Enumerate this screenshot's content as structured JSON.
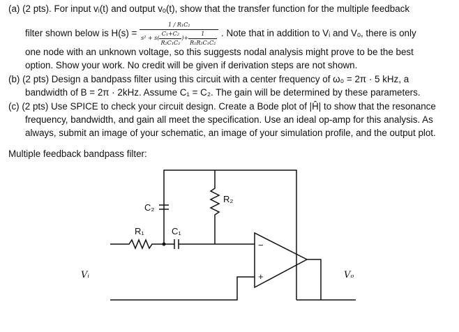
{
  "problem": {
    "part_a": {
      "line1": "(a) (2 pts). For input vᵢ(t) and output vₒ(t), show that the transfer function for the multiple feedback",
      "line2_prefix": "filter shown below is H(s) =",
      "tf_num": "1 / R₁C₂",
      "tf_den_prefix": "s² + s",
      "tf_paren_num": "C₁+C₂",
      "tf_paren_den": "R₂C₁C₂",
      "tf_const_num": "1",
      "tf_const_den": "R₁R₂C₁C₂",
      "line2_suffix": ". Note that in addition to Vᵢ and Vₒ, there is only",
      "line3": "one node with an unknown voltage, so this suggests nodal analysis might prove to be the best",
      "line4": "option. Show your work. No credit will be given if derivation steps are not shown."
    },
    "part_b": {
      "line1": "(b) (2 pts) Design a bandpass filter using this circuit with a center frequency of ω₀ = 2π · 5 kHz, a",
      "line2": "bandwidth of B = 2π · 2kHz. Assume C₁ = C₂. The gain will be determined by these parameters."
    },
    "part_c": {
      "line1": "(c) (2 pts) Use SPICE to check your circuit design. Create a Bode plot of |Ĥ| to show that the resonance",
      "line2": "frequency, bandwidth, and gain all meet the specification. Use an ideal op-amp for this analysis. As",
      "line3": "always, submit an image of your schematic, an image of your simulation profile, and the output plot."
    },
    "caption": "Multiple feedback bandpass filter:"
  },
  "circuit": {
    "labels": {
      "c2": "C₂",
      "r2": "R₂",
      "r1": "R₁",
      "c1": "C₁",
      "minus": "−",
      "plus": "+",
      "vi": "Vᵢ",
      "vo": "Vₒ"
    }
  }
}
